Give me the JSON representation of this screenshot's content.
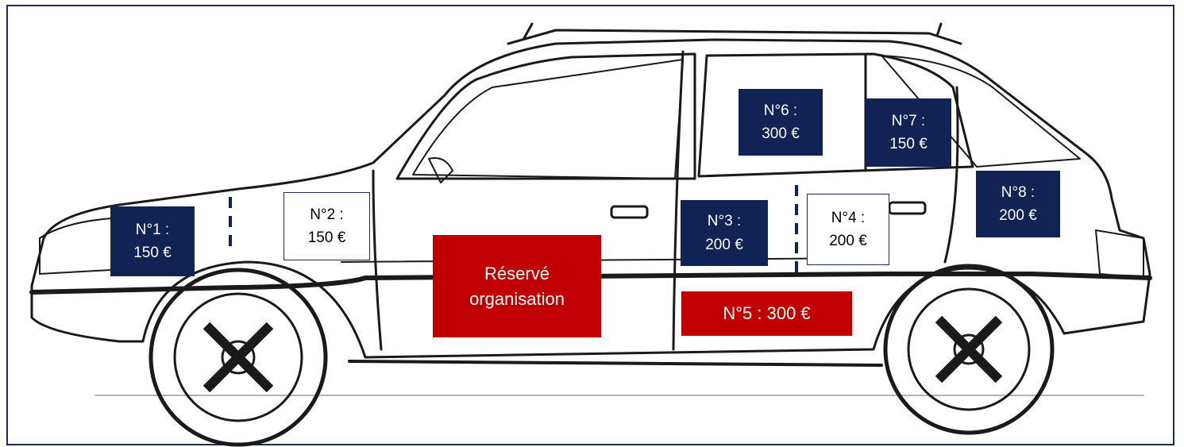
{
  "colors": {
    "navy": "#0f2354",
    "red": "#c00000",
    "white": "#ffffff",
    "border": "#1b2c57"
  },
  "zones": [
    {
      "id": "n1",
      "label": "N°1 :\n150 €",
      "style": "navy"
    },
    {
      "id": "n2",
      "label": "N°2 :\n150 €",
      "style": "white"
    },
    {
      "id": "reserved",
      "label": "Réservé\norganisation",
      "style": "red"
    },
    {
      "id": "n3",
      "label": "N°3 :\n200 €",
      "style": "navy"
    },
    {
      "id": "n4",
      "label": "N°4 :\n200 €",
      "style": "white"
    },
    {
      "id": "n5",
      "label": "N°5 : 300 €",
      "style": "red"
    },
    {
      "id": "n6",
      "label": "N°6 :\n300 €",
      "style": "navy"
    },
    {
      "id": "n7",
      "label": "N°7 :\n150 €",
      "style": "navy"
    },
    {
      "id": "n8",
      "label": "N°8 :\n200 €",
      "style": "navy"
    }
  ]
}
